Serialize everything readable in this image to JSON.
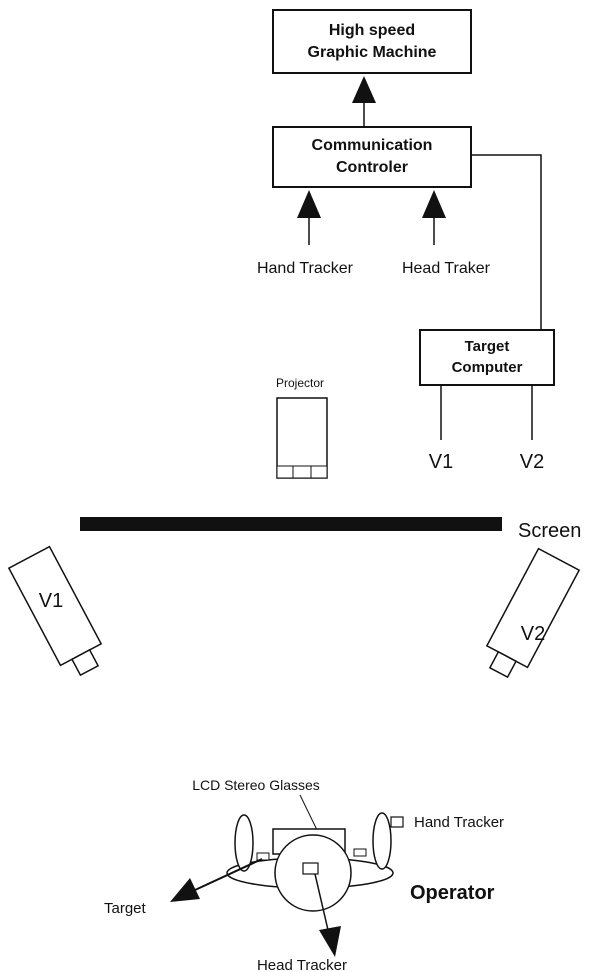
{
  "boxes": {
    "graphic_machine": [
      "High speed",
      "Graphic Machine"
    ],
    "comm_controller": [
      "Communication",
      "Controler"
    ],
    "target_computer": [
      "Target",
      "Computer"
    ]
  },
  "inputs": {
    "hand_tracker": "Hand Tracker",
    "head_tracker": "Head Traker"
  },
  "target_outputs": {
    "v1": "V1",
    "v2": "V2"
  },
  "projector": {
    "label": "Projector"
  },
  "screen": {
    "label": "Screen"
  },
  "cameras": {
    "left": "V1",
    "right": "V2"
  },
  "operator": {
    "label": "Operator",
    "glasses": "LCD Stereo Glasses",
    "hand_tracker": "Hand Tracker",
    "target": "Target",
    "head_tracker": "Head Tracker"
  }
}
